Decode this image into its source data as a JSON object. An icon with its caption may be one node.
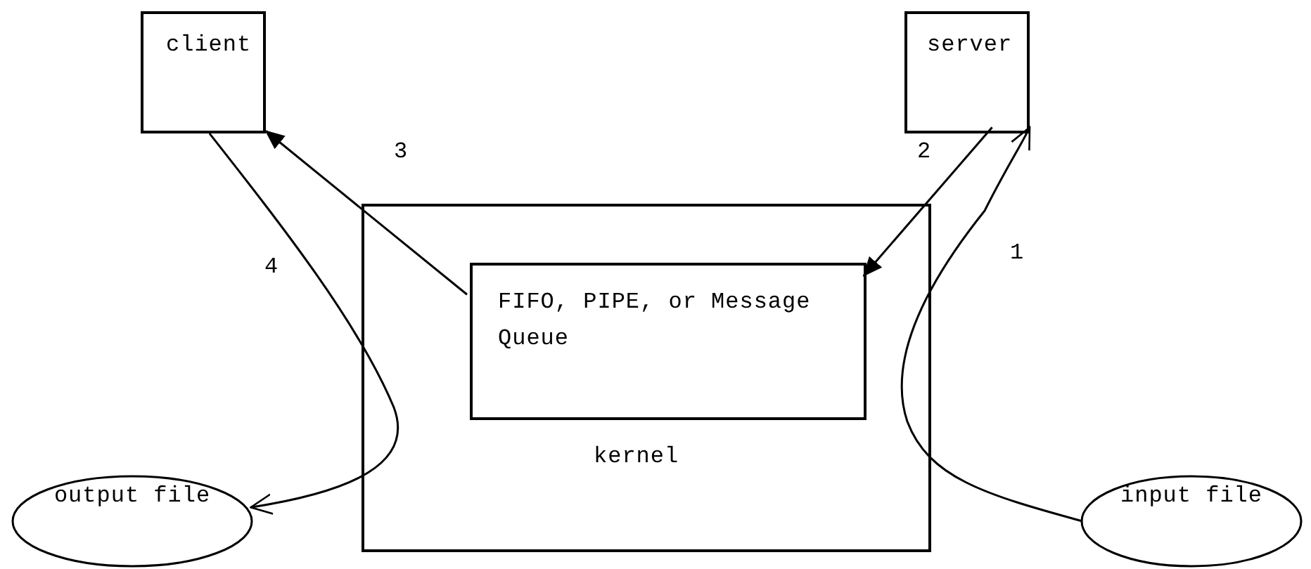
{
  "diagram": {
    "nodes": [
      {
        "text": [
          "client"
        ]
      },
      {
        "text": [
          "server"
        ]
      },
      {
        "text": [
          "kernel"
        ]
      },
      {
        "text": [
          "FIFO, PIPE, or Message Queue"
        ],
        "in": 2
      },
      {
        "text": [
          "output file"
        ]
      },
      {
        "text": [
          "input file"
        ]
      }
    ],
    "edges": [
      {
        "from": 5,
        "to": 1,
        "arrow": "to",
        "label": "1"
      },
      {
        "from": 1,
        "to": 3,
        "arrow": "to",
        "label": "2"
      },
      {
        "from": 3,
        "to": 0,
        "arrow": "to",
        "label": "3"
      },
      {
        "from": 0,
        "to": 4,
        "arrow": "to",
        "label": "4"
      }
    ]
  }
}
